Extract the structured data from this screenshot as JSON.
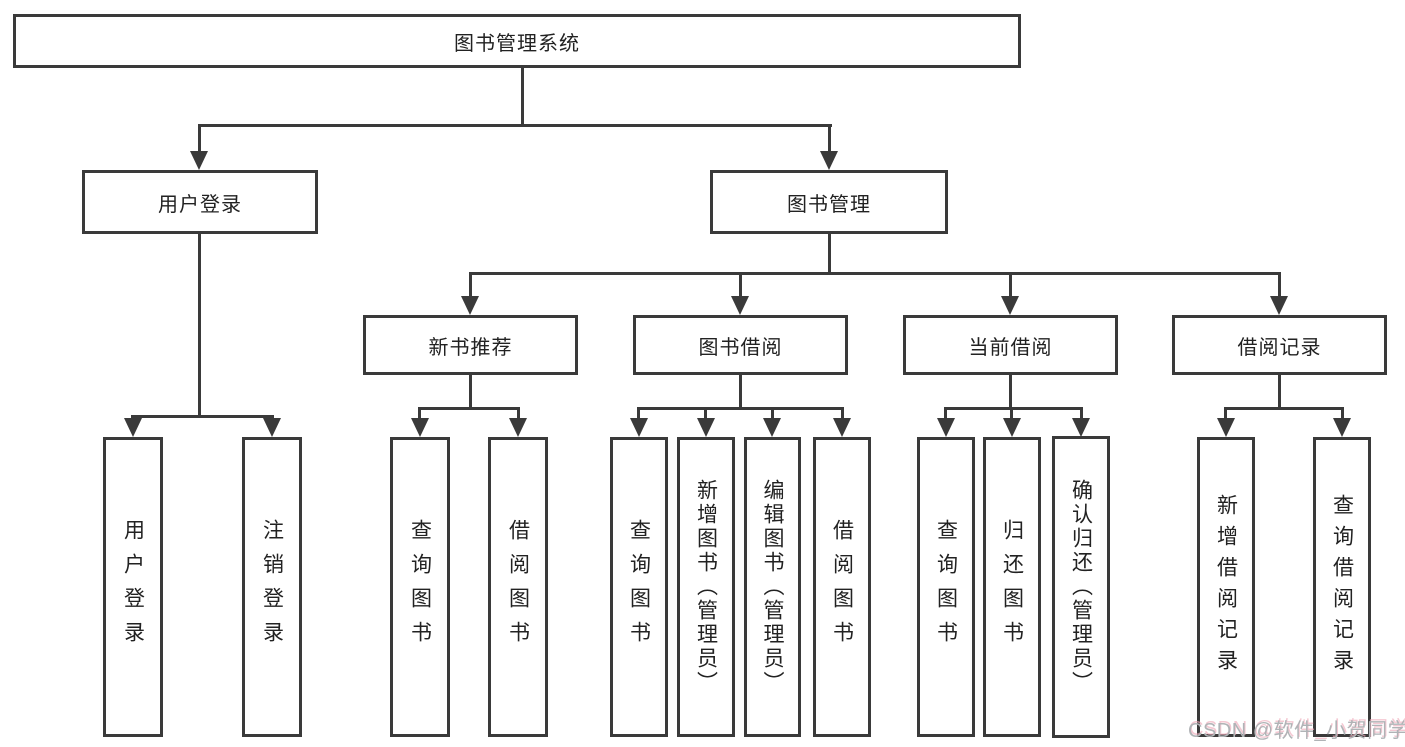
{
  "diagram": {
    "root": {
      "label": "图书管理系统"
    },
    "level2": {
      "user_login": {
        "label": "用户登录"
      },
      "book_management": {
        "label": "图书管理"
      }
    },
    "level3": {
      "new_book_recommend": {
        "label": "新书推荐"
      },
      "book_borrow": {
        "label": "图书借阅"
      },
      "current_borrow": {
        "label": "当前借阅"
      },
      "borrow_records": {
        "label": "借阅记录"
      }
    },
    "children": {
      "user_login": [
        "用户登录",
        "注销登录"
      ],
      "new_book_recommend": [
        "查询图书",
        "借阅图书"
      ],
      "book_borrow": [
        "查询图书",
        "新增图书（管理员）",
        "编辑图书（管理员）",
        "借阅图书"
      ],
      "current_borrow": [
        "查询图书",
        "归还图书",
        "确认归还（管理员）"
      ],
      "borrow_records": [
        "新增借阅记录",
        "查询借阅记录"
      ]
    }
  },
  "watermark": "CSDN @软件_小贺同学",
  "colors": {
    "background": "#ffffff",
    "line": "#3a3a3a",
    "text": "#222222",
    "watermark_gray": "#b0b3b6",
    "watermark_pink": "#eeaaba"
  }
}
